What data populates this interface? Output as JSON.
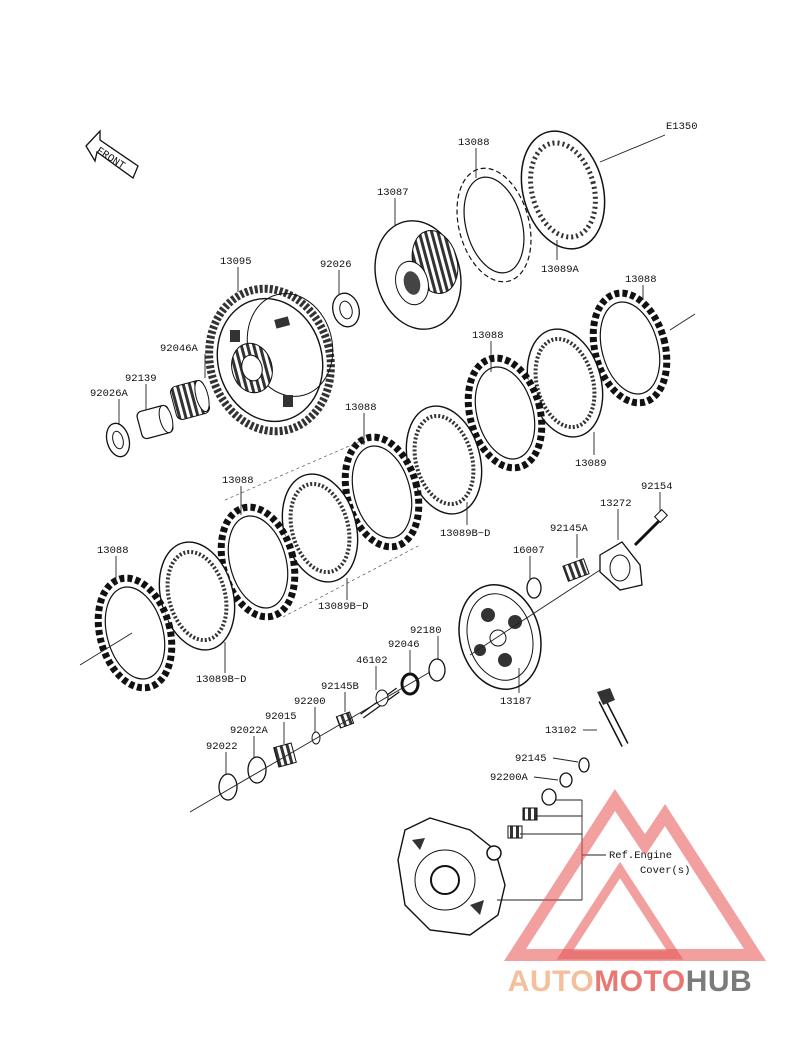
{
  "diagram_code": "E1350",
  "front_label": "FRONT",
  "parts": [
    {
      "id": "p13088a",
      "label": "13088"
    },
    {
      "id": "p13089A",
      "label": "13089A"
    },
    {
      "id": "p13087",
      "label": "13087"
    },
    {
      "id": "p13095",
      "label": "13095"
    },
    {
      "id": "p92026",
      "label": "92026"
    },
    {
      "id": "p92046A",
      "label": "92046A"
    },
    {
      "id": "p92139",
      "label": "92139"
    },
    {
      "id": "p92026A",
      "label": "92026A"
    },
    {
      "id": "p13088b",
      "label": "13088"
    },
    {
      "id": "p13088c",
      "label": "13088"
    },
    {
      "id": "p13089",
      "label": "13089"
    },
    {
      "id": "p13088d",
      "label": "13088"
    },
    {
      "id": "p13088e",
      "label": "13088"
    },
    {
      "id": "p13089BDa",
      "label": "13089B~D"
    },
    {
      "id": "p13088f",
      "label": "13088"
    },
    {
      "id": "p13089BDb",
      "label": "13089B~D"
    },
    {
      "id": "p13089BDc",
      "label": "13089B~D"
    },
    {
      "id": "p92154",
      "label": "92154"
    },
    {
      "id": "p13272",
      "label": "13272"
    },
    {
      "id": "p92145A",
      "label": "92145A"
    },
    {
      "id": "p16007",
      "label": "16007"
    },
    {
      "id": "p92180",
      "label": "92180"
    },
    {
      "id": "p92046",
      "label": "92046"
    },
    {
      "id": "p46102",
      "label": "46102"
    },
    {
      "id": "p92145B",
      "label": "92145B"
    },
    {
      "id": "p92200",
      "label": "92200"
    },
    {
      "id": "p92015",
      "label": "92015"
    },
    {
      "id": "p92022A",
      "label": "92022A"
    },
    {
      "id": "p92022",
      "label": "92022"
    },
    {
      "id": "p13187",
      "label": "13187"
    },
    {
      "id": "p13102",
      "label": "13102"
    },
    {
      "id": "p92145",
      "label": "92145"
    },
    {
      "id": "p92200A",
      "label": "92200A"
    }
  ],
  "ref_note": {
    "line1": "Ref.Engine",
    "line2": "Cover(s)"
  },
  "watermark": {
    "part1": "AUTO",
    "part2": "MOTO",
    "part3": "HUB",
    "color1": "#f0aa78",
    "color2": "#e14b46",
    "color3": "#5a5a5a"
  }
}
